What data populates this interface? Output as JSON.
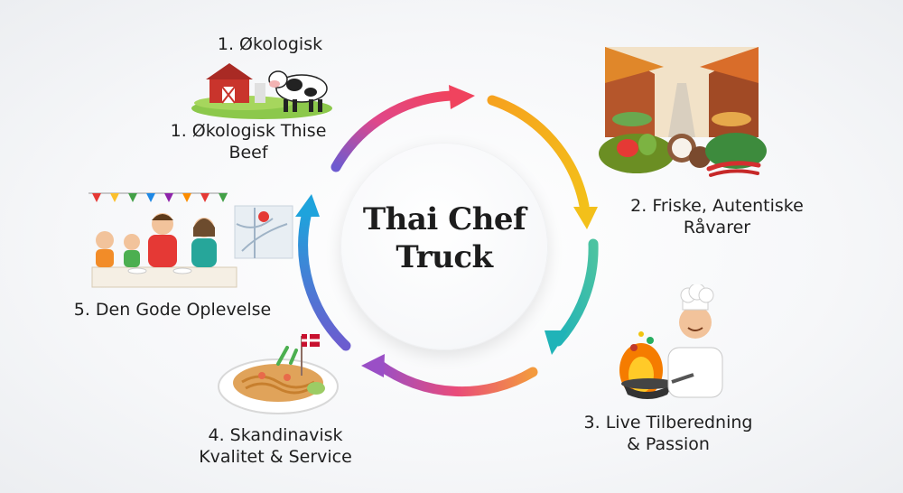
{
  "center": {
    "line1": "Thai Chef",
    "line2": "Truck"
  },
  "steps": [
    {
      "id": "step-1-header",
      "lines": [
        "1. Økologisk"
      ]
    },
    {
      "id": "step-1",
      "lines": [
        "1. Økologisk Thise",
        "Beef"
      ]
    },
    {
      "id": "step-2",
      "lines": [
        "2. Friske, Autentiske",
        "Råvarer"
      ]
    },
    {
      "id": "step-3",
      "lines": [
        "3. Live Tilberedning",
        "& Passion"
      ]
    },
    {
      "id": "step-4",
      "lines": [
        "4. Skandinavisk",
        "Kvalitet & Service"
      ]
    },
    {
      "id": "step-5",
      "lines": [
        "5. Den Gode Oplevelse"
      ]
    }
  ],
  "cycle_colors": [
    "#e8365d",
    "#f6a21e",
    "#f2c318",
    "#2bb8a3",
    "#1ea3dc",
    "#8a57c8",
    "#e95aa0"
  ],
  "icons": {
    "step1": "farm-cow-icon",
    "step2": "market-produce-icon",
    "step3": "chef-wok-icon",
    "step4": "noodle-plate-icon",
    "step5": "family-dinner-icon"
  }
}
